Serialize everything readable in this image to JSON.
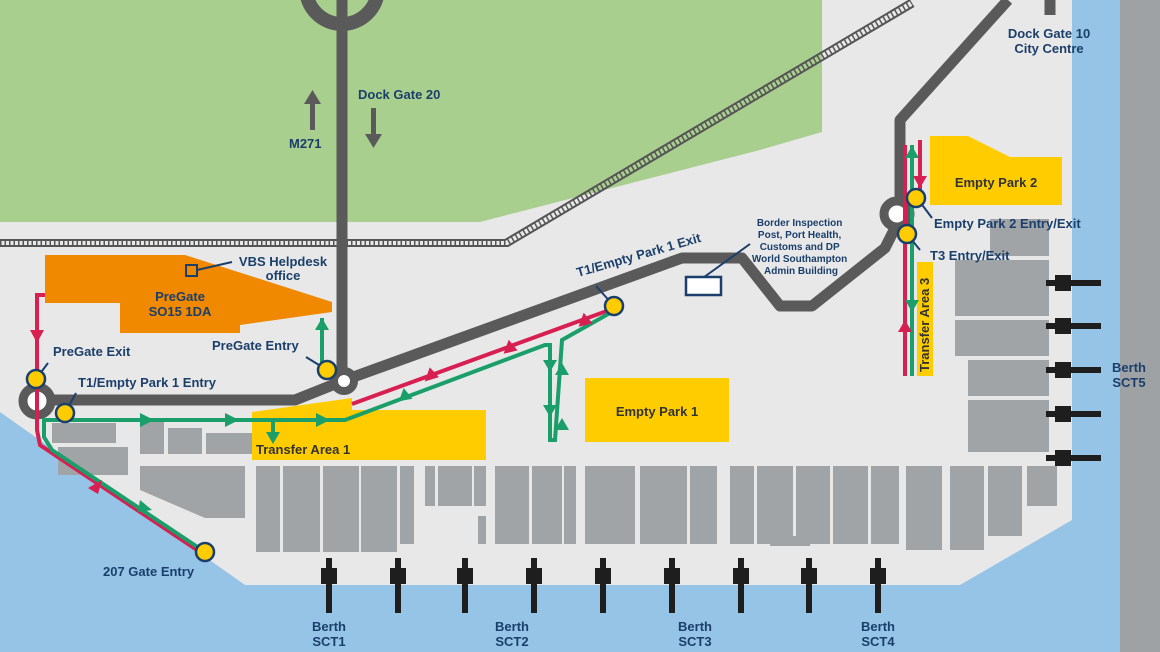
{
  "colors": {
    "grass": "#a9cf8f",
    "land": "#e8e8e8",
    "water": "#95c4e6",
    "road": "#5a5a5a",
    "inbound_route": "#d81f51",
    "outbound_route": "#1a9e6a",
    "transfer_area": "#ffcc00",
    "pregate": "#f08800",
    "label": "#1b3f6b",
    "building": "#a1a4a7"
  },
  "labels": {
    "dock_gate_20": "Dock Gate 20",
    "m271": "M271",
    "dock_gate_10": [
      "Dock Gate 10",
      "City Centre"
    ],
    "vbs_helpdesk": [
      "VBS Helpdesk",
      "office"
    ],
    "pregate": [
      "PreGate",
      "SO15 1DA"
    ],
    "pregate_exit": "PreGate Exit",
    "pregate_entry": "PreGate Entry",
    "t1_entry": "T1/Empty Park 1 Entry",
    "t1_exit": "T1/Empty Park 1 Exit",
    "border_inspection": [
      "Border Inspection",
      "Post, Port Health,",
      "Customs and DP",
      "World Southampton",
      "Admin Building"
    ],
    "empty_park_1": "Empty Park 1",
    "empty_park_2": "Empty Park 2",
    "empty_park_2_entry": "Empty Park 2 Entry/Exit",
    "t3_entry": "T3 Entry/Exit",
    "transfer_area_1": "Transfer Area 1",
    "transfer_area_3": "Transfer Area 3",
    "gate_207": "207 Gate Entry"
  },
  "berths": [
    {
      "line1": "Berth",
      "line2": "SCT1"
    },
    {
      "line1": "Berth",
      "line2": "SCT2"
    },
    {
      "line1": "Berth",
      "line2": "SCT3"
    },
    {
      "line1": "Berth",
      "line2": "SCT4"
    },
    {
      "line1": "Berth",
      "line2": "SCT5"
    }
  ]
}
